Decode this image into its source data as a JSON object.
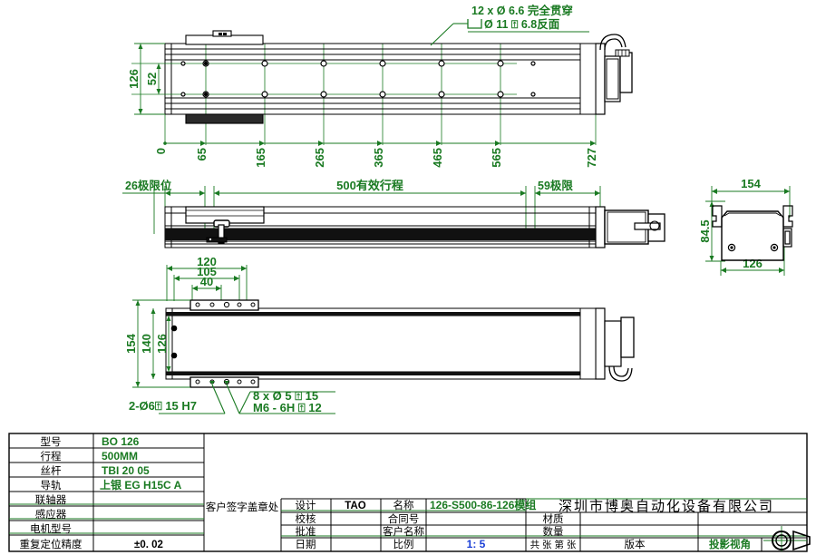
{
  "drawing": {
    "title": "Linear Module Technical Drawing",
    "colors": {
      "dimension_green": "#1a7a22",
      "outline_black": "#000000",
      "scale_blue": "#1a3fd6",
      "background": "#ffffff"
    },
    "top_view": {
      "callout_line1": "12 x Ø 6.6 完全贯穿",
      "callout_line2": "Ø 11 ⍐ 6.8反面",
      "vertical_dims": [
        "126",
        "52"
      ],
      "horizontal_stations": [
        "0",
        "65",
        "165",
        "265",
        "365",
        "465",
        "565",
        "727"
      ]
    },
    "side_view": {
      "left_limit": "26极限位",
      "stroke": "500有效行程",
      "right_limit": "59极限"
    },
    "bottom_view": {
      "top_dims": [
        "120",
        "105",
        "40"
      ],
      "vertical_dims": [
        "154",
        "140",
        "126"
      ],
      "callout_left": "2-Ø6⍐ 15  H7",
      "callout_right_line1": "8 x Ø 5 ⍐ 15",
      "callout_right_line2": "M6 - 6H ⍐ 12"
    },
    "section_view": {
      "width_dim": "154",
      "height_dim": "84.5",
      "base_dim": "126"
    }
  },
  "title_block": {
    "spec_rows": [
      {
        "label": "型号",
        "value": "BO 126"
      },
      {
        "label": "行程",
        "value": "500MM"
      },
      {
        "label": "丝杆",
        "value": "TBI 20 05"
      },
      {
        "label": "导轨",
        "value": "上银 EG H15C A"
      },
      {
        "label": "联轴器",
        "value": ""
      },
      {
        "label": "感应器",
        "value": ""
      },
      {
        "label": "电机型号",
        "value": ""
      },
      {
        "label": "重复定位精度",
        "value": "±0. 02"
      }
    ],
    "customer_sign": "客户签字盖章处",
    "approval_rows": [
      {
        "label": "设计",
        "value": "TAO"
      },
      {
        "label": "校核",
        "value": ""
      },
      {
        "label": "批准",
        "value": ""
      },
      {
        "label": "日期",
        "value": ""
      }
    ],
    "info_rows": [
      {
        "label": "名称",
        "value": "126-S500-86-126模组"
      },
      {
        "label": "合同号",
        "value": ""
      },
      {
        "label": "客户名称",
        "value": ""
      },
      {
        "label": "比例",
        "value": "1: 5"
      }
    ],
    "company": "深圳市博奥自动化设备有限公司",
    "material_label": "材质",
    "material_value": "",
    "quantity_label": "数量",
    "quantity_value": "",
    "sheets_label": "共  张  第  张",
    "version_label": "版本",
    "version_value": "",
    "projection_label": "投影视角"
  }
}
